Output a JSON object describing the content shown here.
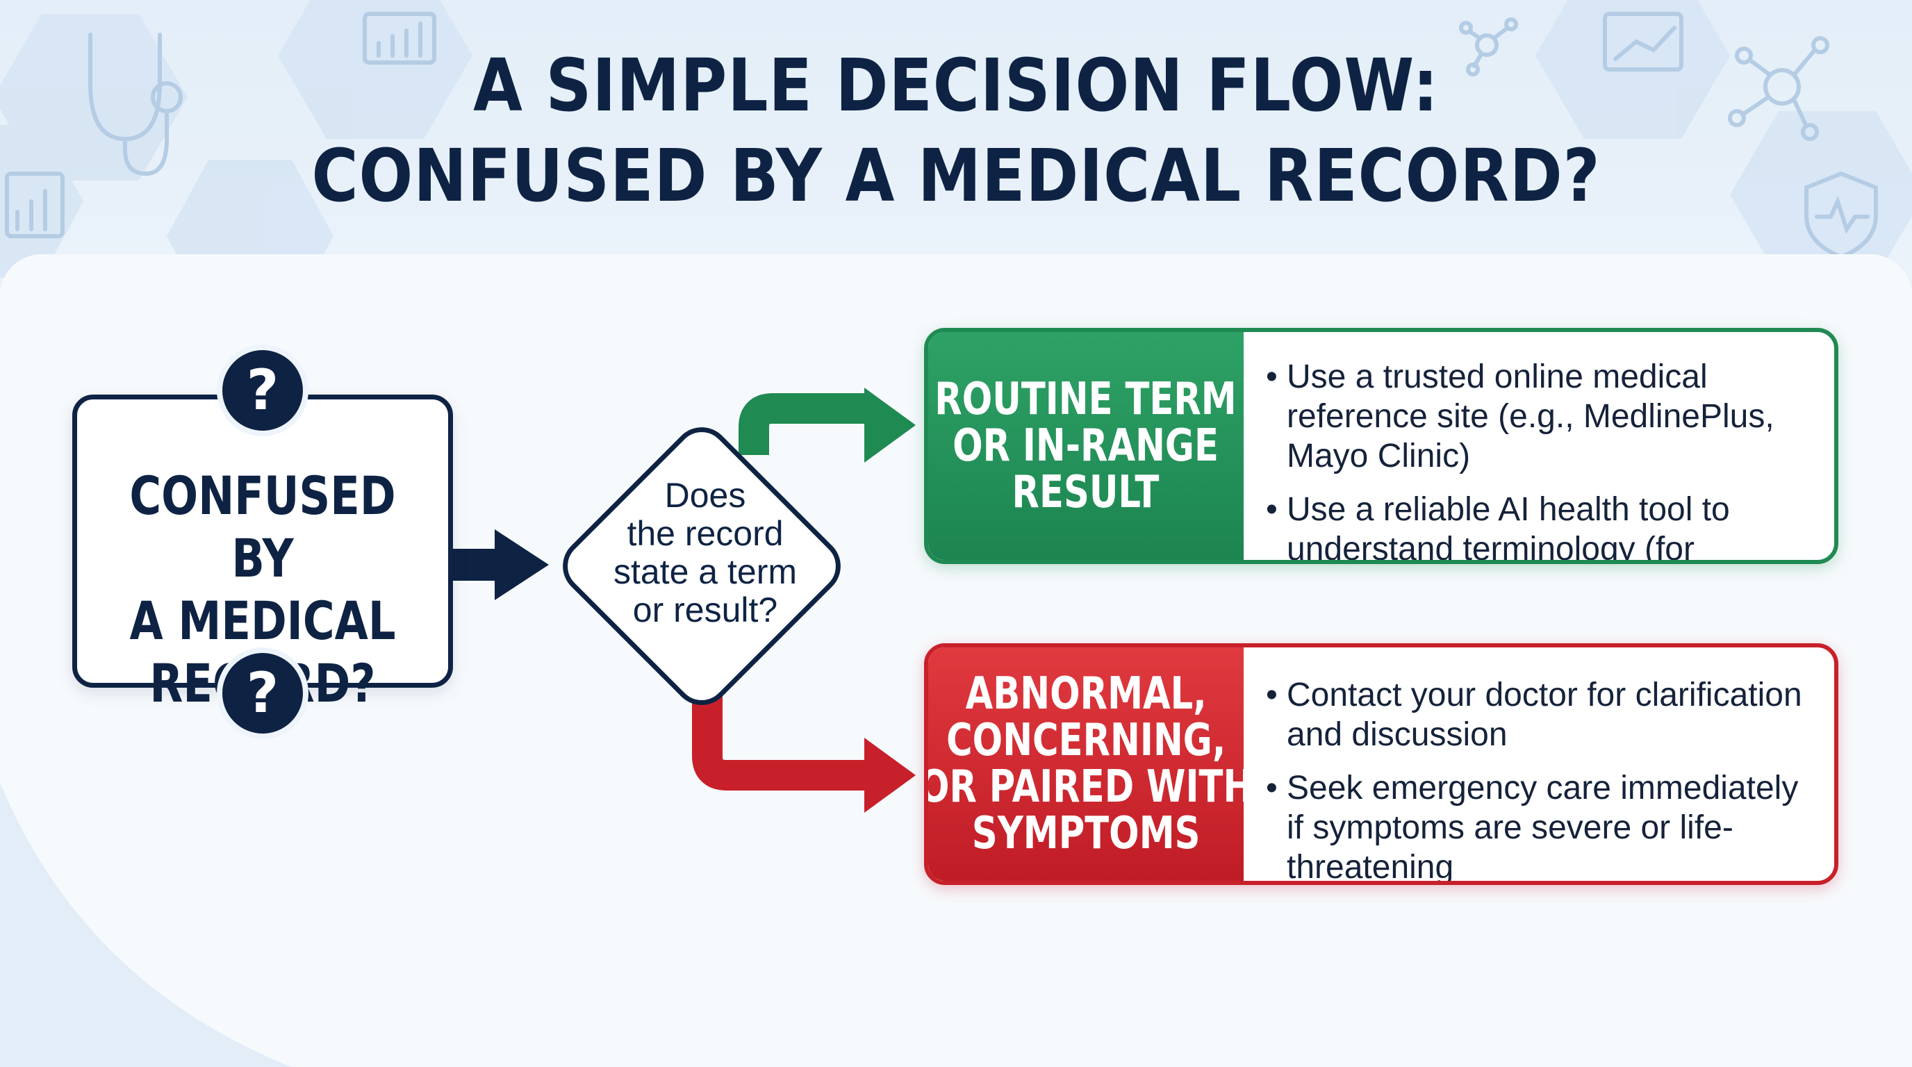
{
  "title": {
    "line1": "A SIMPLE DECISION FLOW:",
    "line2": "CONFUSED BY A MEDICAL RECORD?"
  },
  "start": {
    "lines": [
      "CONFUSED BY",
      "A MEDICAL",
      "RECORD?"
    ],
    "badge_top": "?",
    "badge_bottom": "?"
  },
  "decision": {
    "lines": [
      "Does",
      "the record",
      "state a term",
      "or result?"
    ]
  },
  "outcomes": {
    "routine": {
      "label_lines": [
        "ROUTINE TERM",
        "OR IN-RANGE",
        "RESULT"
      ],
      "bullets": [
        "Use a trusted online medical reference site (e.g., MedlinePlus, Mayo Clinic)",
        "Use a reliable AI health tool to understand terminology (for information only)"
      ]
    },
    "abnormal": {
      "label_lines": [
        "ABNORMAL,",
        "CONCERNING,",
        "OR PAIRED WITH",
        "SYMPTOMS"
      ],
      "bullets": [
        "Contact your doctor for clarification and discussion",
        "Seek emergency care immediately if symptoms are severe or life-threatening"
      ]
    }
  },
  "bullet_char": "•",
  "icons": [
    "stethoscope-icon",
    "bar-chart-icon",
    "molecule-icon",
    "heart-shield-icon",
    "question-icon",
    "arrow-right-icon"
  ],
  "colors": {
    "navy": "#0e2344",
    "green": "#1f8a52",
    "red": "#c8202a",
    "panel": "#f7fafd"
  }
}
